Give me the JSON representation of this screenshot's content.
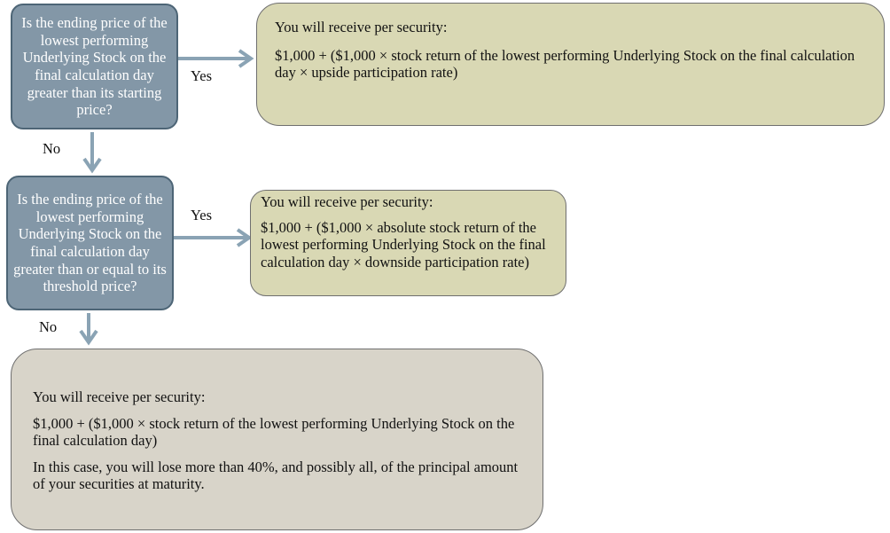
{
  "question1": "Is the ending price of the lowest performing Underlying Stock on the final calculation day greater than its starting price?",
  "question2": "Is the ending price of the lowest performing Underlying Stock on the final calculation day greater than or equal to its threshold price?",
  "yes_label": "Yes",
  "no_label": "No",
  "result1": {
    "heading": "You will receive per security:",
    "formula": "$1,000 + ($1,000 × stock return of the lowest performing Underlying Stock on the final calculation day × upside participation rate)"
  },
  "result2": {
    "heading": "You will receive per security:",
    "formula": "$1,000 + ($1,000 × absolute stock return of the lowest performing Underlying Stock on the final calculation day × downside participation rate)"
  },
  "result3": {
    "heading": "You will receive per security:",
    "formula": "$1,000 + ($1,000 × stock return of the lowest performing Underlying Stock on the final calculation day)",
    "note": "In this case, you will lose more than 40%, and possibly all, of the principal amount of your securities at maturity."
  },
  "colors": {
    "question_fill": "#8397a7",
    "question_border": "#4d6576",
    "result_fill": "#d9d8b4",
    "final_fill": "#d8d4c9",
    "arrow": "#8aa3b4"
  }
}
